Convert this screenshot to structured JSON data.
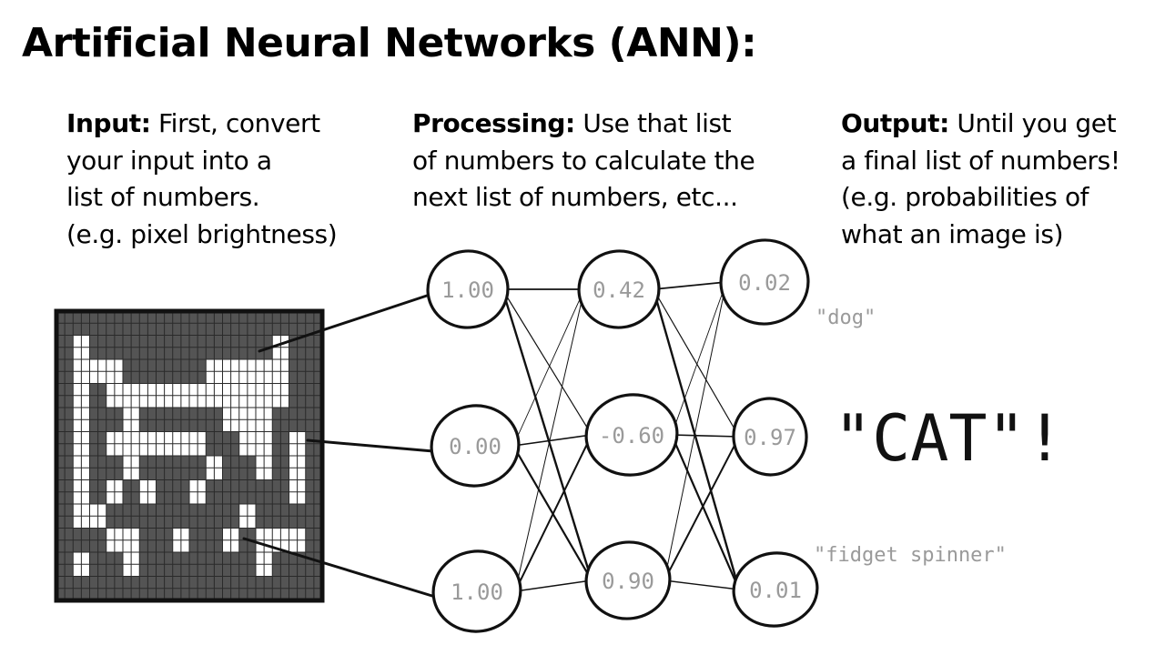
{
  "title": "Artificial Neural Networks (ANN):",
  "columns": {
    "input": {
      "heading": "Input:",
      "line1": " First, convert",
      "line2": "your input into a",
      "line3": "list of numbers.",
      "line4": "(e.g. pixel brightness)"
    },
    "processing": {
      "heading": "Processing:",
      "line1": " Use that list",
      "line2": "of numbers to calculate the",
      "line3": "next list of numbers, etc..."
    },
    "output": {
      "heading": "Output:",
      "line1": " Until you get",
      "line2": "a final list of numbers!",
      "line3": "(e.g. probabilities of",
      "line4": "what an image is)"
    }
  },
  "layers": {
    "input": [
      "1.00",
      "0.00",
      "1.00"
    ],
    "hidden": [
      "0.42",
      "-0.60",
      "0.90"
    ],
    "output": [
      "0.02",
      "0.97",
      "0.01"
    ]
  },
  "output_labels": {
    "top": "\"dog\"",
    "bottom": "\"fidget spinner\"",
    "result": "\"CAT\"!"
  },
  "pixel_grid": {
    "rows": [
      "0000000000000000",
      "0100000000000100",
      "0111000001111100",
      "0101111111111100",
      "0100100000111000",
      "0101111110011010",
      "0100100001001010",
      "0101010010000010",
      "0110000000010000",
      "0001100100101110",
      "0100100000001000",
      "0000000000000000"
    ],
    "on_color": "#ffffff",
    "off_color": "#545454"
  },
  "colors": {
    "ink": "#111111",
    "node_text": "#9a9a9a"
  }
}
